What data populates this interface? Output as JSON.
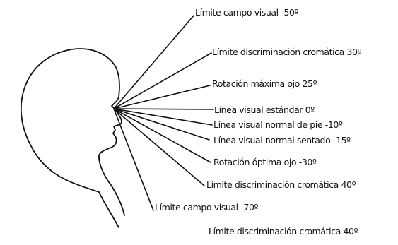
{
  "labels": {
    "limit_upper": "Límite campo visual -50º",
    "chromatic_upper": "Límite discriminación cromática 30º",
    "rotation_max": "Rotación máxima ojo 25º",
    "standard_line": "Línea visual estándar 0º",
    "standing_line": "Línea visual normal de pie -10º",
    "seated_line": "Línea visual normal sentado -15º",
    "rotation_optimal": "Rotación óptima ojo -30º",
    "chromatic_lower": "Límite discriminación cromática 40º",
    "limit_lower": "Límite campo visual -70º",
    "chromatic_bottom": "Límite discriminación cromática 40º"
  },
  "colors": {
    "ink": "#111111",
    "background": "#ffffff"
  }
}
